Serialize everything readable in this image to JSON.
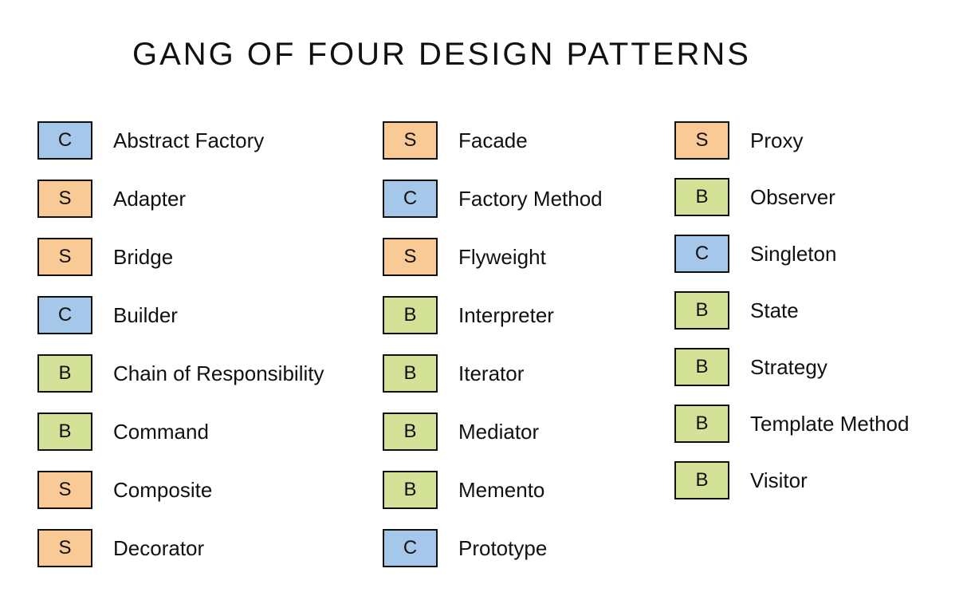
{
  "title": "GANG OF FOUR DESIGN PATTERNS",
  "colors": {
    "creational": "#a5c8ea",
    "structural": "#f9c996",
    "behavioral": "#d3e297"
  },
  "columns": [
    {
      "items": [
        {
          "code": "C",
          "category": "creational",
          "name": "Abstract Factory"
        },
        {
          "code": "S",
          "category": "structural",
          "name": "Adapter"
        },
        {
          "code": "S",
          "category": "structural",
          "name": "Bridge"
        },
        {
          "code": "C",
          "category": "creational",
          "name": "Builder"
        },
        {
          "code": "B",
          "category": "behavioral",
          "name": "Chain of Responsibility"
        },
        {
          "code": "B",
          "category": "behavioral",
          "name": "Command"
        },
        {
          "code": "S",
          "category": "structural",
          "name": "Composite"
        },
        {
          "code": "S",
          "category": "structural",
          "name": "Decorator"
        }
      ]
    },
    {
      "items": [
        {
          "code": "S",
          "category": "structural",
          "name": "Facade"
        },
        {
          "code": "C",
          "category": "creational",
          "name": "Factory Method"
        },
        {
          "code": "S",
          "category": "structural",
          "name": "Flyweight"
        },
        {
          "code": "B",
          "category": "behavioral",
          "name": "Interpreter"
        },
        {
          "code": "B",
          "category": "behavioral",
          "name": "Iterator"
        },
        {
          "code": "B",
          "category": "behavioral",
          "name": "Mediator"
        },
        {
          "code": "B",
          "category": "behavioral",
          "name": "Memento"
        },
        {
          "code": "C",
          "category": "creational",
          "name": "Prototype"
        }
      ]
    },
    {
      "items": [
        {
          "code": "S",
          "category": "structural",
          "name": "Proxy"
        },
        {
          "code": "B",
          "category": "behavioral",
          "name": "Observer"
        },
        {
          "code": "C",
          "category": "creational",
          "name": "Singleton"
        },
        {
          "code": "B",
          "category": "behavioral",
          "name": "State"
        },
        {
          "code": "B",
          "category": "behavioral",
          "name": "Strategy"
        },
        {
          "code": "B",
          "category": "behavioral",
          "name": "Template Method"
        },
        {
          "code": "B",
          "category": "behavioral",
          "name": "Visitor"
        }
      ]
    }
  ]
}
